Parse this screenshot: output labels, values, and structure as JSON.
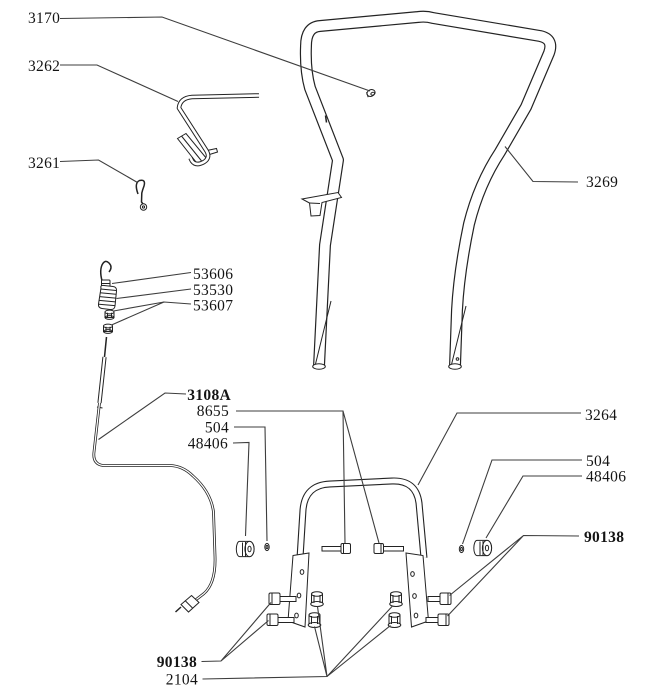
{
  "diagram": {
    "type": "exploded-parts-diagram",
    "subject": "handle-assembly",
    "background_color": "#ffffff",
    "line_color": "#232323",
    "leader_line_color": "#3d3d3d",
    "label_color": "#141414"
  },
  "callouts": [
    {
      "number": "3170",
      "bold": false
    },
    {
      "number": "3262",
      "bold": false
    },
    {
      "number": "3261",
      "bold": false
    },
    {
      "number": "53606",
      "bold": false
    },
    {
      "number": "53530",
      "bold": false
    },
    {
      "number": "53607",
      "bold": false
    },
    {
      "number": "3108A",
      "bold": true
    },
    {
      "number": "8655",
      "bold": false
    },
    {
      "number": "504",
      "bold": false
    },
    {
      "number": "48406",
      "bold": false
    },
    {
      "number": "3269",
      "bold": false
    },
    {
      "number": "3264",
      "bold": false
    },
    {
      "number": "504",
      "bold": false
    },
    {
      "number": "48406",
      "bold": false
    },
    {
      "number": "90138",
      "bold": true
    },
    {
      "number": "90138",
      "bold": true
    },
    {
      "number": "2104",
      "bold": false
    }
  ]
}
